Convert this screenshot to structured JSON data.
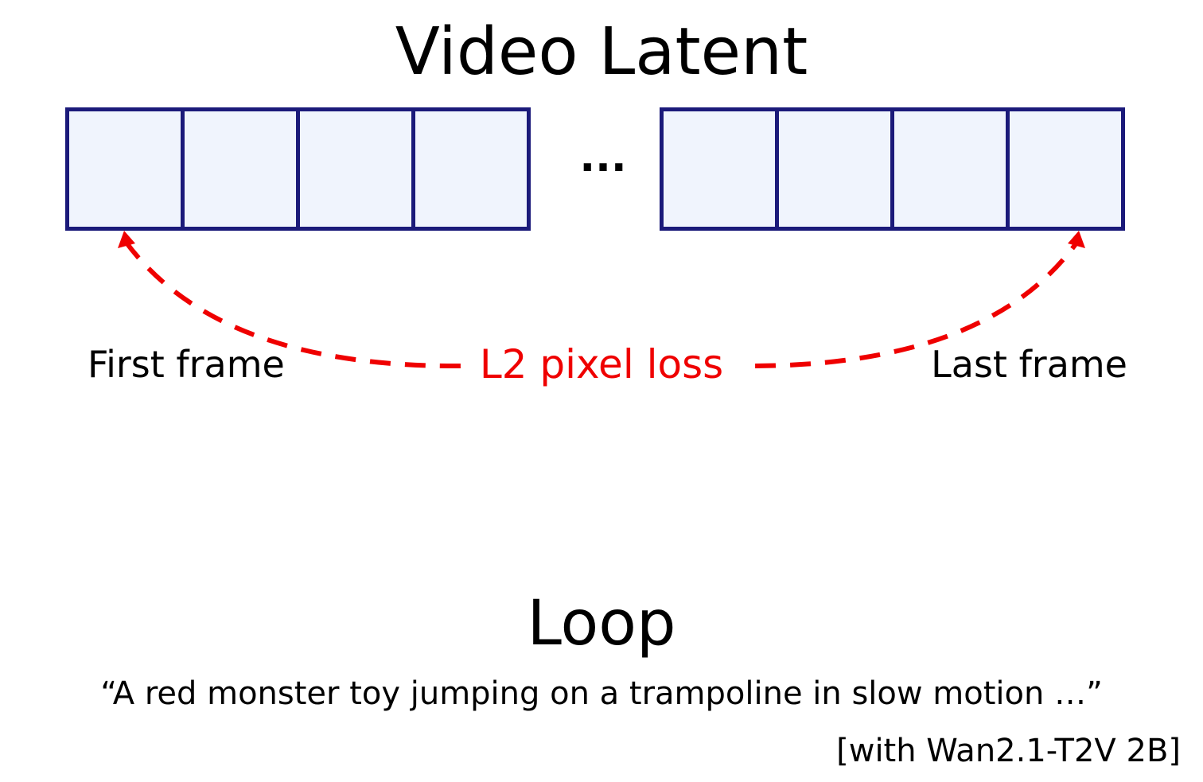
{
  "title": "Video Latent",
  "ellipsis": "...",
  "labels": {
    "first": "First frame",
    "last": "Last frame",
    "loss": "L2 pixel loss"
  },
  "colors": {
    "frame_border": "#1b1a7a",
    "frame_fill": "#f0f4fd",
    "loss": "#ef0000",
    "text": "#000000"
  },
  "loop": {
    "title": "Loop",
    "prompt": "“A red monster toy jumping on a trampoline in slow motion …”",
    "credit": "[with Wan2.1-T2V 2B]"
  }
}
